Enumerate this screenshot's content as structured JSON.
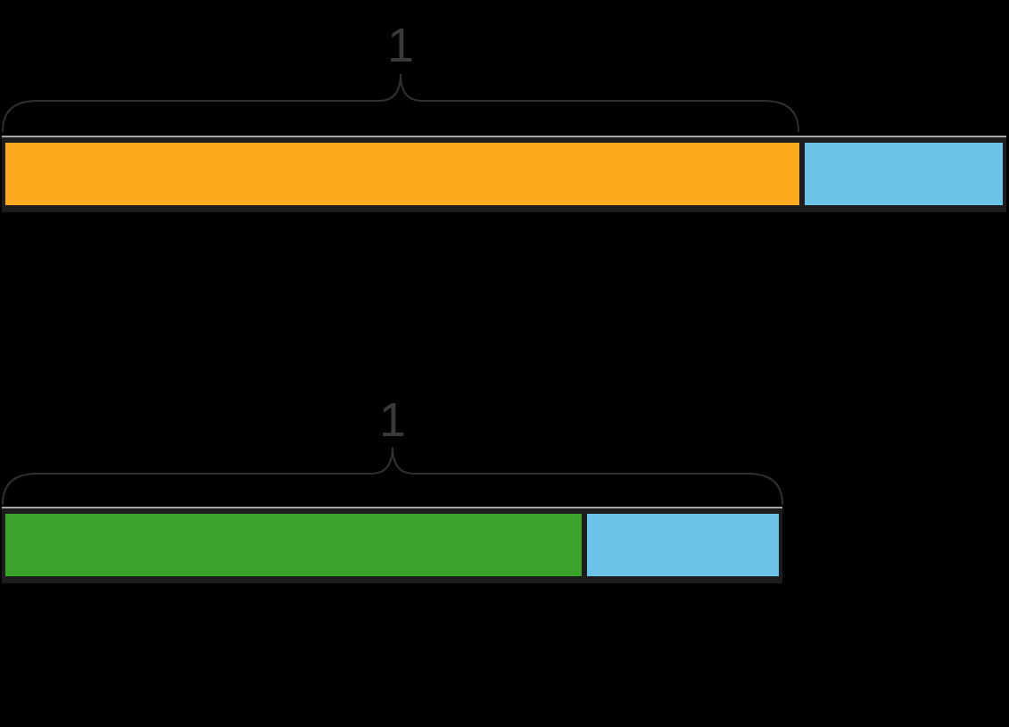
{
  "background_color": "#000000",
  "chart_data": {
    "type": "tape_diagram",
    "title": "",
    "description": "Two fraction tape diagrams. Top: a bar of total length 1 1/4 made of an orange segment of length 1 (spanned by a curly brace labeled 1) and a blue segment of length 1/4 extending past the brace. Bottom: a bar of total length 1 (entirely spanned by a curly brace labeled 1) made of a green segment of 3/4 and a blue segment of 1/4.",
    "stroke_color": "#303030",
    "label_color": "#3a3a3a",
    "bar_border_color": "#1d1d1d",
    "bar_highlight_color": "#a6a6a6",
    "diagrams": [
      {
        "position": "top",
        "brace_label": "1",
        "brace_spans": "orange segment only",
        "total_value": 1.25,
        "segments": [
          {
            "name": "orange",
            "color": "#fbaa1d",
            "value": 1
          },
          {
            "name": "blue",
            "color": "#6bc4e8",
            "value": 0.25
          }
        ]
      },
      {
        "position": "bottom",
        "brace_label": "1",
        "brace_spans": "entire bar",
        "total_value": 1,
        "segments": [
          {
            "name": "green",
            "color": "#3aa32a",
            "value": 0.75
          },
          {
            "name": "blue",
            "color": "#6bc4e8",
            "value": 0.25
          }
        ]
      }
    ]
  }
}
